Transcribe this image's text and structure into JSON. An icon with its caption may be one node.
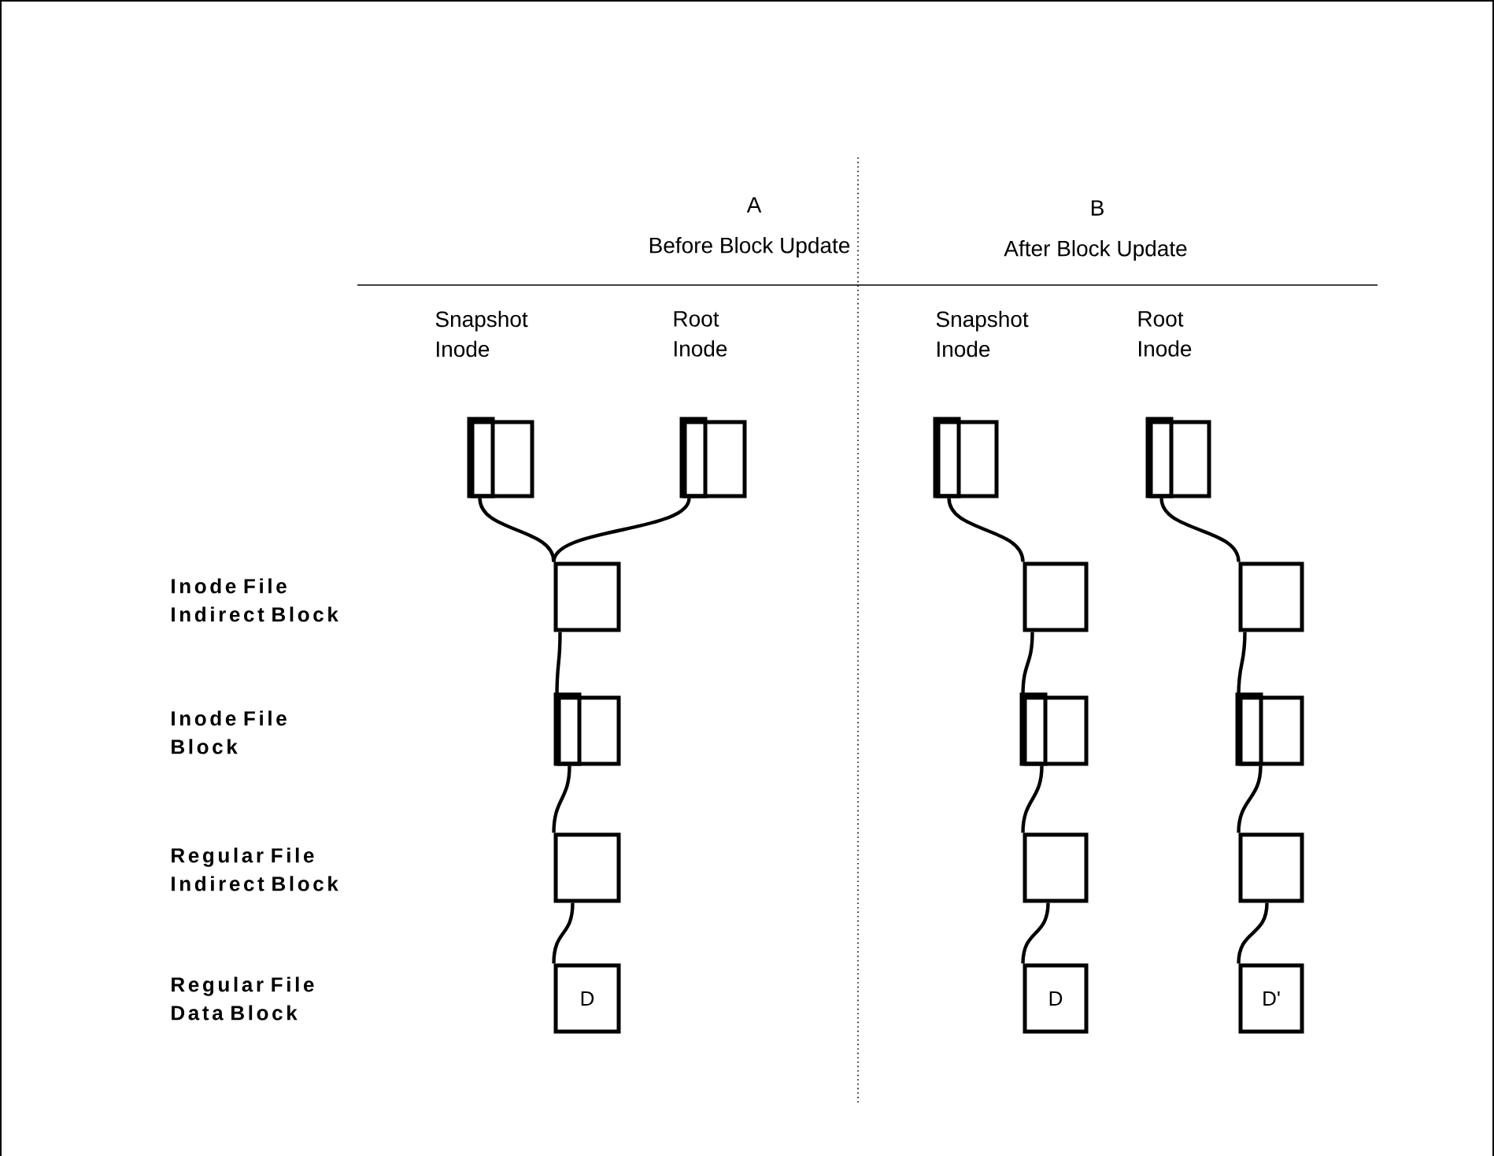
{
  "diagram": {
    "nodes": [
      {
        "text": [],
        "shape": "box"
      },
      {
        "text": [],
        "shape": "box"
      },
      {
        "text": [],
        "shape": "box"
      },
      {
        "text": [],
        "shape": "box"
      },
      {
        "text": [],
        "shape": "box"
      },
      {
        "text": [],
        "shape": "box"
      },
      {
        "text": [],
        "shape": "box"
      },
      {
        "text": [],
        "shape": "box"
      },
      {
        "text": [],
        "shape": "box"
      },
      {
        "text": [],
        "shape": "box"
      },
      {
        "text": [],
        "shape": "box"
      },
      {
        "text": [],
        "shape": "box"
      },
      {
        "text": [],
        "shape": "box"
      },
      {
        "text": [
          "D"
        ]
      },
      {
        "text": [
          "D"
        ]
      },
      {
        "text": [
          "D'"
        ]
      }
    ],
    "edges": [
      {
        "from": 0,
        "to": 4,
        "arrow": "none"
      },
      {
        "from": 1,
        "to": 4,
        "arrow": "none"
      },
      {
        "from": 4,
        "to": 7,
        "arrow": "none"
      },
      {
        "from": 7,
        "to": 10,
        "arrow": "none"
      },
      {
        "from": 10,
        "to": 13,
        "arrow": "none"
      },
      {
        "from": 2,
        "to": 5,
        "arrow": "none"
      },
      {
        "from": 5,
        "to": 8,
        "arrow": "none"
      },
      {
        "from": 8,
        "to": 11,
        "arrow": "none"
      },
      {
        "from": 11,
        "to": 14,
        "arrow": "none"
      },
      {
        "from": 3,
        "to": 6,
        "arrow": "none"
      },
      {
        "from": 6,
        "to": 9,
        "arrow": "none"
      },
      {
        "from": 9,
        "to": 12,
        "arrow": "none"
      },
      {
        "from": 12,
        "to": 15,
        "arrow": "none"
      }
    ],
    "labels": [
      "A",
      "Before Block Update",
      "B",
      "After Block Update",
      "Snapshot Inode",
      "Root Inode",
      "Snapshot Inode",
      "Root Inode",
      "Inode File Indirect Block",
      "Inode File Block",
      "Regular File Indirect Block",
      "Regular File Data Block"
    ]
  }
}
